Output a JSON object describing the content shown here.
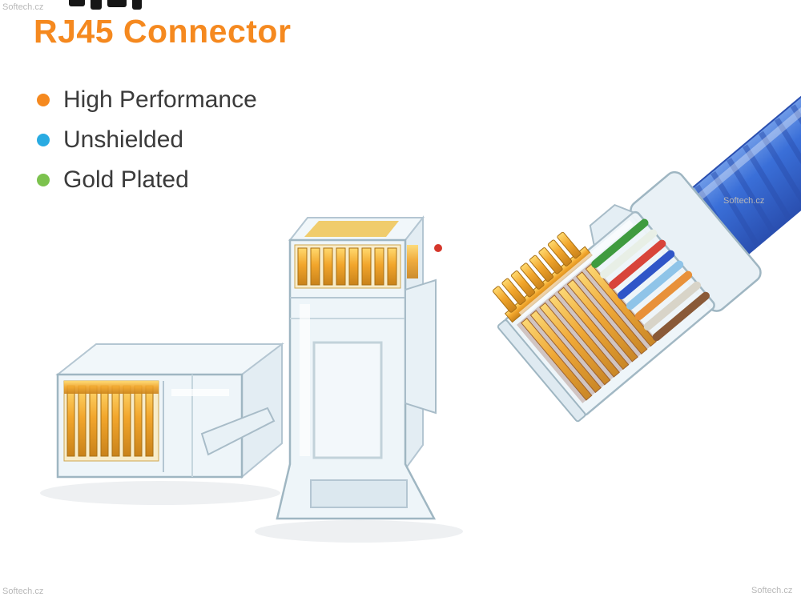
{
  "title": "RJ45 Connector",
  "title_color": "#f5891f",
  "features": [
    {
      "label": "High Performance",
      "bullet_color": "#f5891f"
    },
    {
      "label": "Unshielded",
      "bullet_color": "#29abe2"
    },
    {
      "label": "Gold Plated",
      "bullet_color": "#7cc24e"
    }
  ],
  "watermark_text": "Softech.cz",
  "photo": {
    "connectors": [
      "clear-rj45-connector-lying-on-side",
      "clear-rj45-connector-standing-upright",
      "rj45-connector-crimped-on-blue-cable"
    ],
    "colors": {
      "gold_pins": "#f2a62c",
      "clear_plastic": "#eef5f9",
      "plastic_edge": "#9fb6c2",
      "cable_blue": "#3a6fd8",
      "red_mark": "#d5372b",
      "wire_colors": [
        "#3f9b3f",
        "#e8efe6",
        "#d8443a",
        "#2f55c8",
        "#8fc4e8",
        "#e8913a",
        "#d8d4c8",
        "#8a5a38"
      ]
    }
  }
}
